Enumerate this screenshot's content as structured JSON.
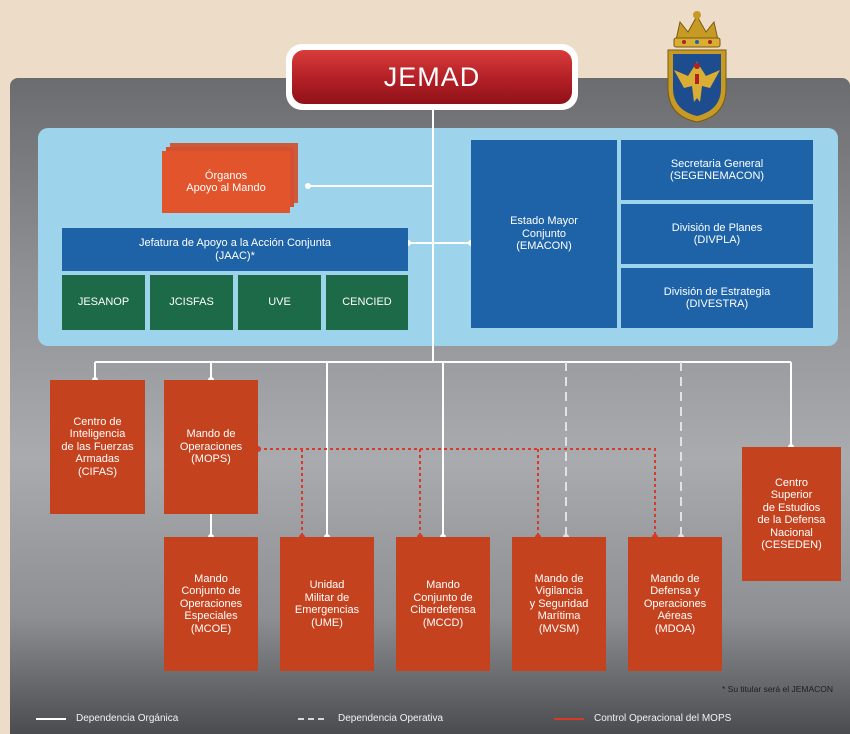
{
  "top": {
    "title": "JEMAD"
  },
  "organos": {
    "label": "Órganos\nApoyo al Mando"
  },
  "jaac": {
    "label": "Jefatura de Apoyo a la Acción Conjunta\n(JAAC)*"
  },
  "jaac_units": [
    "JESANOP",
    "JCISFAS",
    "UVE",
    "CENCIED"
  ],
  "emacon": {
    "label": "Estado Mayor\nConjunto\n(EMACON)"
  },
  "emacon_divisions": [
    "Secretaria General\n(SEGENEMACON)",
    "División de Planes\n(DIVPLA)",
    "División de Estrategia\n(DIVESTRA)"
  ],
  "commands": {
    "cifas": "Centro de\nInteligencia\nde las Fuerzas\nArmadas\n(CIFAS)",
    "mops": "Mando de\nOperaciones\n(MOPS)",
    "ceseden": "Centro\nSuperior\nde Estudios\nde la Defensa\nNacional\n(CESEDEN)"
  },
  "sub_commands": [
    "Mando\nConjunto de\nOperaciones\nEspeciales\n(MCOE)",
    "Unidad\nMilitar de\nEmergencias\n(UME)",
    "Mando\nConjunto de\nCiberdefensa\n(MCCD)",
    "Mando de\nVigilancia\ny Seguridad\nMarítima\n(MVSM)",
    "Mando de\nDefensa y\nOperaciones\nAéreas\n(MDOA)"
  ],
  "footnote": "* Su titular será el JEMACON",
  "legend": [
    {
      "label": "Dependencia Orgánica",
      "style": "solid",
      "color": "#ffffff"
    },
    {
      "label": "Dependencia Operativa",
      "style": "dashed",
      "color": "#d8d8d8"
    },
    {
      "label": "Control Operacional del MOPS",
      "style": "dotted",
      "color": "#d83a2a"
    }
  ],
  "colors": {
    "red_box": "#c5421f",
    "green_box": "#1d6a49",
    "blue_box": "#1e63a8",
    "light_blue_panel": "#9ed3ec",
    "jemad_red": "#b21f26"
  },
  "emblem": {
    "icon": "crowned-eagle-emblem-icon"
  }
}
